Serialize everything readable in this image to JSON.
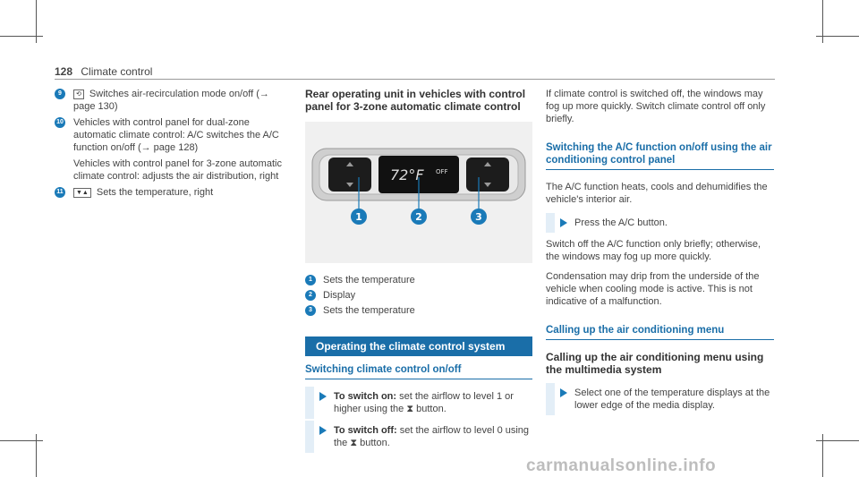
{
  "header": {
    "page_number": "128",
    "section": "Climate control"
  },
  "col1": {
    "items": [
      {
        "num": "9",
        "key": "⟲",
        "text": " Switches air-recirculation mode on/off (→ page 130)"
      },
      {
        "num": "10",
        "key": "",
        "text": "Vehicles with control panel for dual-zone automatic climate control: A/C switches the A/C function on/off (→ page 128)"
      },
      {
        "num": "",
        "key": "",
        "text": "Vehicles with control panel for 3-zone automatic climate control: adjusts the air distribution, right"
      },
      {
        "num": "11",
        "key": "▼▲",
        "text": " Sets the temperature, right"
      }
    ]
  },
  "col2": {
    "heading": "Rear operating unit in vehicles with control panel for 3-zone automatic climate control",
    "figure": {
      "temp": "72°F",
      "mode": "OFF",
      "callouts": [
        "1",
        "2",
        "3"
      ]
    },
    "legend": [
      {
        "num": "1",
        "text": "Sets the temperature"
      },
      {
        "num": "2",
        "text": "Display"
      },
      {
        "num": "3",
        "text": "Sets the temperature"
      }
    ],
    "section_bar": "Operating the climate control system",
    "sub_heading": "Switching climate control on/off",
    "steps": [
      {
        "bold": "To switch on:",
        "text": " set the airflow to level 1 or higher using the ⧗ button."
      },
      {
        "bold": "To switch off:",
        "text": " set the airflow to level 0 using the ⧗ button."
      }
    ]
  },
  "col3": {
    "intro": "If climate control is switched off, the windows may fog up more quickly. Switch climate control off only briefly.",
    "sub1": "Switching the A/C function on/off using the air conditioning control panel",
    "para1": "The A/C function heats, cools and dehumidifies the vehicle's interior air.",
    "step1": "Press the A/C button.",
    "para2": "Switch off the A/C function only briefly; otherwise, the windows may fog up more quickly.",
    "para3": "Condensation may drip from the underside of the vehicle when cooling mode is active. This is not indicative of a malfunction.",
    "sub2": "Calling up the air conditioning menu",
    "h2": "Calling up the air conditioning menu using the multimedia system",
    "step2": "Select one of the temperature displays at the lower edge of the media display."
  },
  "watermark": "carmanualsonline.info"
}
